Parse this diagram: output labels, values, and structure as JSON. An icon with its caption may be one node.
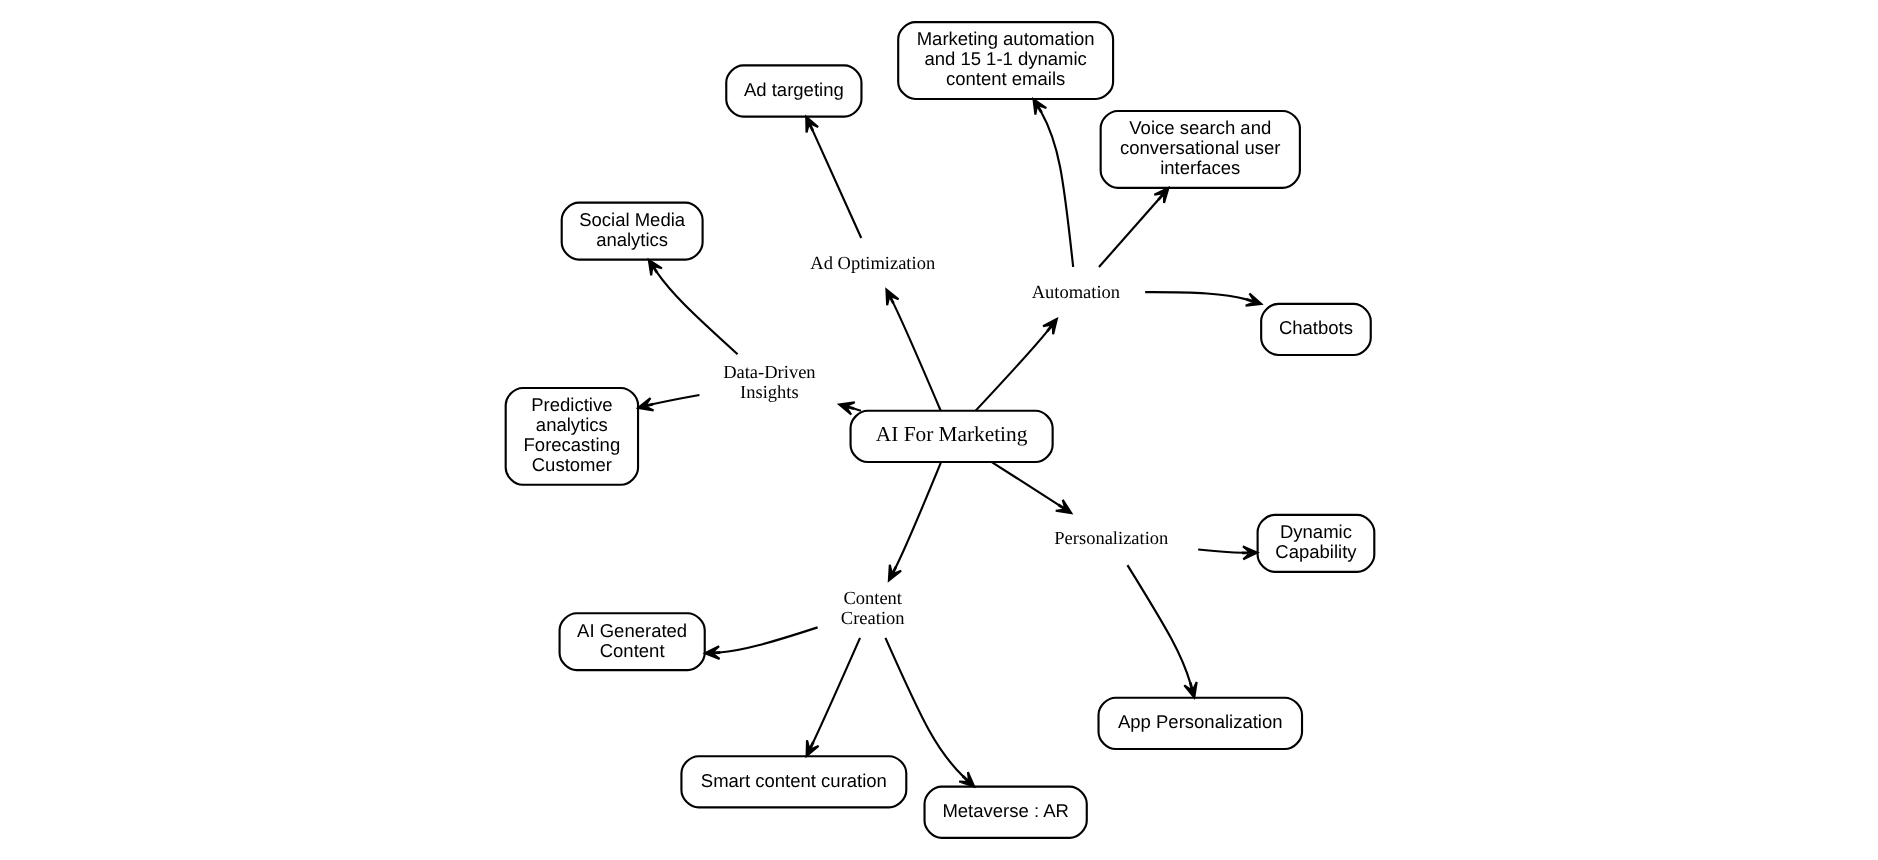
{
  "diagram": {
    "nodes": [
      {
        "text": [
          "AI For Marketing"
        ]
      },
      {
        "text": [
          "Automation"
        ]
      },
      {
        "text": [
          "Chatbots"
        ]
      },
      {
        "text": [
          "Voice search and conversational user interfaces"
        ]
      },
      {
        "text": [
          "Marketing automation and 15 1-1 dynamic content emails"
        ]
      },
      {
        "text": [
          "Ad Optimization"
        ]
      },
      {
        "text": [
          "Ad targeting"
        ]
      },
      {
        "text": [
          "Data-Driven Insights"
        ]
      },
      {
        "text": [
          "Social Media analytics"
        ]
      },
      {
        "text": [
          "Predictive analytics Forecasting Customer"
        ]
      },
      {
        "text": [
          "Content Creation"
        ]
      },
      {
        "text": [
          "AI Generated Content"
        ]
      },
      {
        "text": [
          "Smart content curation"
        ]
      },
      {
        "text": [
          "Metaverse : AR"
        ]
      },
      {
        "text": [
          "Personalization"
        ]
      },
      {
        "text": [
          "App Personalization"
        ]
      },
      {
        "text": [
          "Dynamic Capability"
        ]
      }
    ],
    "edges": [
      {
        "from": 0,
        "to": 1,
        "arrow": "to"
      },
      {
        "from": 0,
        "to": 5,
        "arrow": "to"
      },
      {
        "from": 0,
        "to": 7,
        "arrow": "to"
      },
      {
        "from": 0,
        "to": 14,
        "arrow": "to"
      },
      {
        "from": 0,
        "to": 10,
        "arrow": "to"
      },
      {
        "from": 1,
        "to": 2,
        "arrow": "to"
      },
      {
        "from": 1,
        "to": 3,
        "arrow": "to"
      },
      {
        "from": 1,
        "to": 4,
        "arrow": "to"
      },
      {
        "from": 5,
        "to": 6,
        "arrow": "to"
      },
      {
        "from": 7,
        "to": 8,
        "arrow": "to"
      },
      {
        "from": 7,
        "to": 9,
        "arrow": "to"
      },
      {
        "from": 10,
        "to": 11,
        "arrow": "to"
      },
      {
        "from": 10,
        "to": 12,
        "arrow": "to"
      },
      {
        "from": 10,
        "to": 13,
        "arrow": "to"
      },
      {
        "from": 14,
        "to": 15,
        "arrow": "to"
      },
      {
        "from": 14,
        "to": 16,
        "arrow": "to"
      }
    ]
  }
}
